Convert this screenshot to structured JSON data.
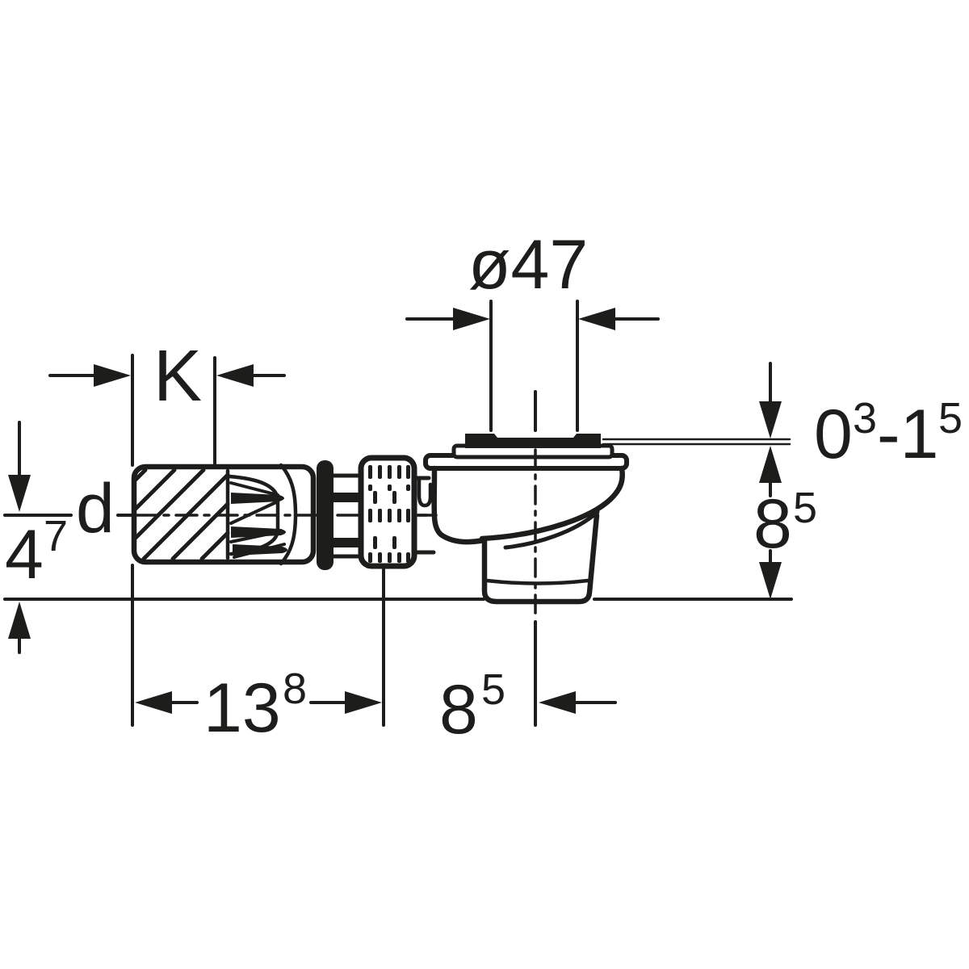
{
  "drawing": {
    "type": "technical-dimension-drawing",
    "subject": "shower drain trap side view",
    "ink_color": "#1d1d1b",
    "background_color": "#ffffff"
  },
  "labels": {
    "diameter_top": "ø47",
    "clearance_k": "K",
    "pipe_diameter": "d",
    "axis_height": {
      "base": "4",
      "sup": "7"
    },
    "depth_range": {
      "base1": "0",
      "sup1": "3",
      "base2": "-1",
      "sup2": "5"
    },
    "height_right": {
      "base": "8",
      "sup": "5"
    },
    "length_bottom": {
      "base": "13",
      "sup": "8"
    },
    "offset_bottom": {
      "base": "8",
      "sup": "5"
    }
  }
}
